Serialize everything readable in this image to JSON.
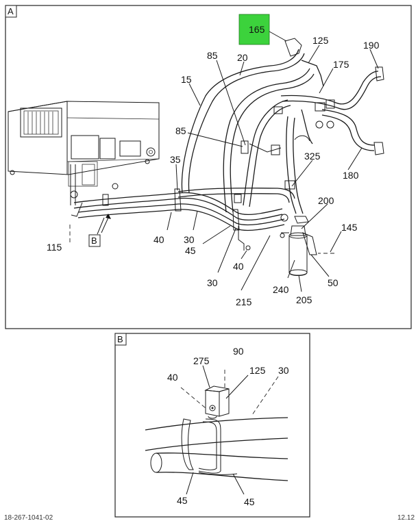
{
  "panels": {
    "a_label": "A",
    "b_label": "B",
    "b_callout": "B"
  },
  "callouts_main": [
    "165",
    "125",
    "190",
    "20",
    "85",
    "175",
    "15",
    "85",
    "35",
    "325",
    "180",
    "200",
    "145",
    "115",
    "40",
    "30",
    "45",
    "40",
    "30",
    "215",
    "240",
    "50",
    "205"
  ],
  "callouts_detail": [
    "275",
    "90",
    "40",
    "125",
    "30",
    "45",
    "45"
  ],
  "highlight_color": "#3cd23c",
  "footer": {
    "left": "18-267-1041-02",
    "right": "12.12"
  }
}
